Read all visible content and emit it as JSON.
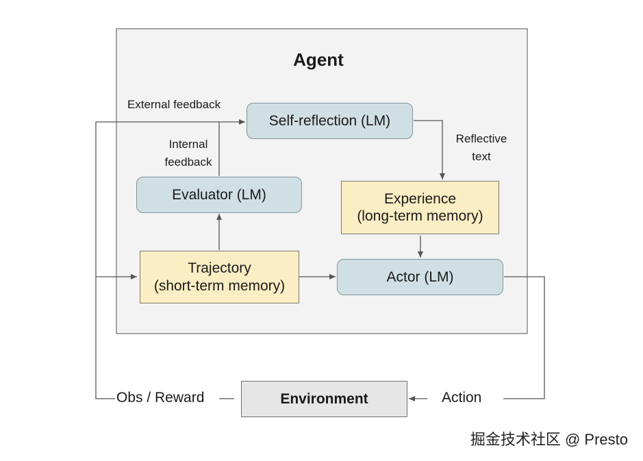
{
  "agent": {
    "title": "Agent"
  },
  "nodes": {
    "self_reflection": "Self-reflection (LM)",
    "evaluator": "Evaluator (LM)",
    "experience": {
      "line1": "Experience",
      "line2": "(long-term memory)"
    },
    "trajectory": {
      "line1": "Trajectory",
      "line2": "(short-term memory)"
    },
    "actor": "Actor (LM)",
    "environment": "Environment"
  },
  "labels": {
    "external_feedback": "External feedback",
    "internal_feedback": {
      "line1": "Internal",
      "line2": "feedback"
    },
    "reflective_text": {
      "line1": "Reflective",
      "line2": "text"
    },
    "obs_reward": "Obs / Reward",
    "action": "Action"
  },
  "watermark": "掘金技术社区 @ Presto"
}
